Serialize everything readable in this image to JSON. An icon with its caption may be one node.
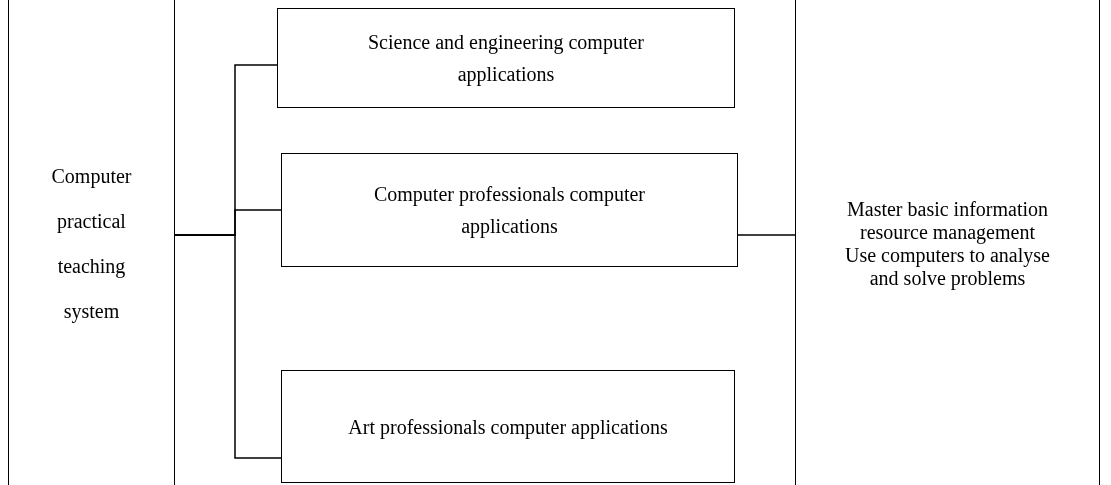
{
  "diagram": {
    "nodes": [
      {
        "text": [
          "Computer practical teaching system"
        ]
      },
      {
        "text": [
          "Science and engineering computer applications"
        ]
      },
      {
        "text": [
          "Computer professionals computer applications"
        ]
      },
      {
        "text": [
          "Art professionals computer applications"
        ]
      },
      {
        "text": [
          "Master basic information resource management",
          "Use computers to analyse and solve problems"
        ]
      }
    ],
    "edges": [
      {
        "from": 0,
        "to": 1,
        "arrow": "none"
      },
      {
        "from": 0,
        "to": 2,
        "arrow": "none"
      },
      {
        "from": 0,
        "to": 3,
        "arrow": "none"
      },
      {
        "from": 2,
        "to": 4,
        "arrow": "none"
      }
    ]
  }
}
